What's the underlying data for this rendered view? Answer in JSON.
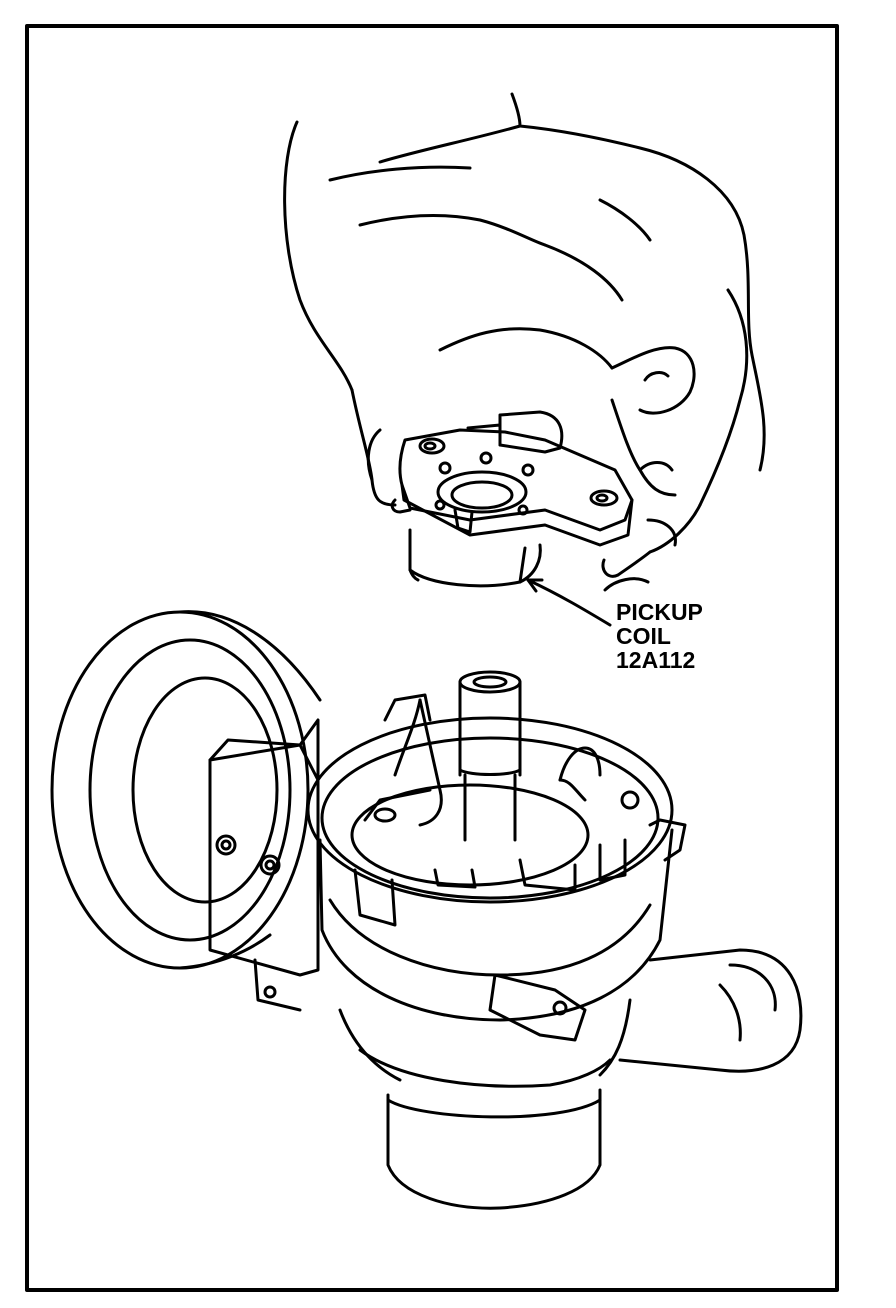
{
  "callout": {
    "line1": "PICKUP",
    "line2": "COIL",
    "line3": "12A112"
  },
  "colors": {
    "ink": "#000000",
    "paper": "#ffffff"
  }
}
